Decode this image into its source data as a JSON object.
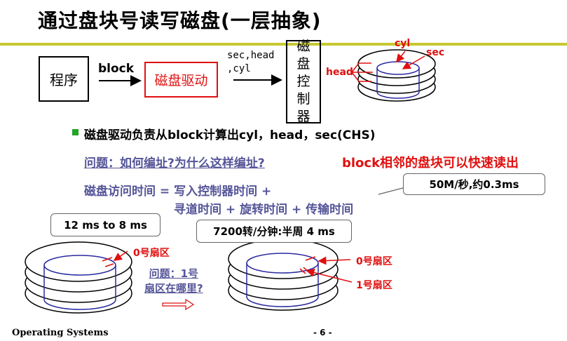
{
  "title": "通过盘块号读写磁盘(一层抽象)",
  "flow": {
    "program_label": "程序",
    "block_label": "block",
    "driver_label": "磁盘驱动",
    "sec_head_label": "sec,head\n,cyl",
    "controller_label": [
      "磁",
      "盘",
      "控",
      "制",
      "器"
    ],
    "disk_labels": {
      "cyl": "cyl",
      "sec": "sec",
      "head": "head"
    }
  },
  "bullet": "磁盘驱动负责从block计算出cyl，head，sec(CHS)",
  "question": "问题：如何编址?为什么这样编址?",
  "answer": "block相邻的盘块可以快速读出",
  "formula": {
    "line1": "磁盘访问时间 = 写入控制器时间 +",
    "line2": "寻道时间 + 旋转时间 + 传输时间"
  },
  "callouts": {
    "transfer": "50M/秒,约0.3ms",
    "seek": "12 ms to 8 ms",
    "rotation": "7200转/分钟:半周 4 ms"
  },
  "bottom": {
    "left_sector0": "0号扇区",
    "question_line1": "问题：1号",
    "question_line2": "扇区在哪里?",
    "right_sector0": "0号扇区",
    "right_sector1": "1号扇区"
  },
  "footer": {
    "left": "Operating Systems",
    "page": "- 6 -"
  },
  "colors": {
    "red": "#e01010",
    "blue_text": "#555599",
    "rule": "#c8c832",
    "bullet": "#27a327",
    "disk_blue": "#2a2aa0"
  }
}
